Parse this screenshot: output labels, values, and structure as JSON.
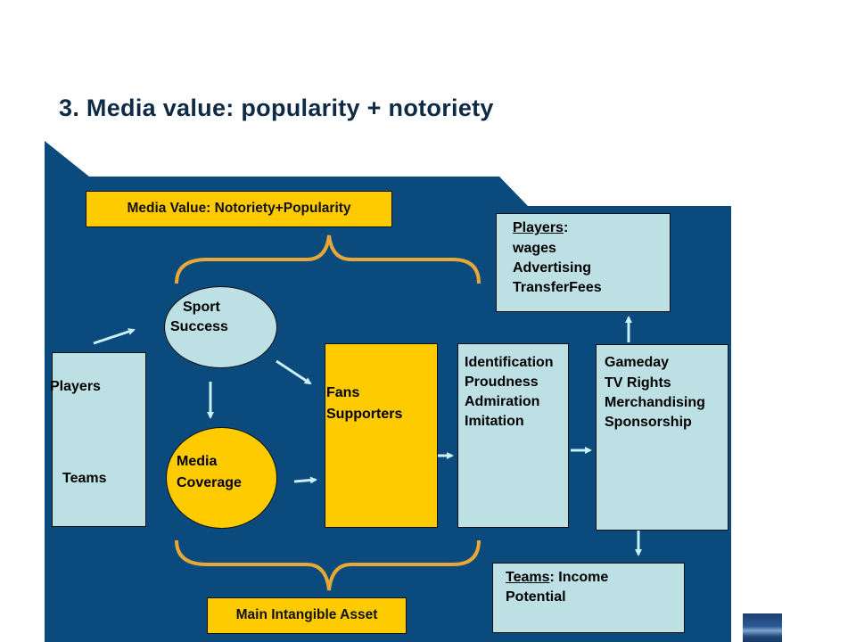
{
  "title": "3. Media value: popularity + notoriety",
  "diagram": {
    "top_label": "Media Value: Notoriety+Popularity",
    "bottom_label": "Main Intangible Asset",
    "players_teams": {
      "players": "Players",
      "teams": "Teams"
    },
    "sport_success": {
      "line1": "Sport",
      "line2": "Success"
    },
    "media_coverage": {
      "line1": "Media",
      "line2": "Coverage"
    },
    "fans": {
      "line1": "Fans",
      "line2": "Supporters"
    },
    "identification": [
      "Identification",
      "Proudness",
      "Admiration",
      "Imitation"
    ],
    "revenues": [
      "Gameday",
      "TV Rights",
      "Merchandising",
      "Sponsorship"
    ],
    "players_box": {
      "heading": "Players",
      "colon": ":",
      "items": [
        "wages",
        "Advertising",
        "TransferFees"
      ]
    },
    "teams_box": {
      "heading": "Teams",
      "rest": ": Income",
      "line2": "Potential"
    }
  },
  "colors": {
    "panel": "#0b4a7c",
    "yellow": "#fecb00",
    "light_box": "#bde0e5",
    "bracket": "#e8a838",
    "arrow": "#c8f0f5"
  }
}
